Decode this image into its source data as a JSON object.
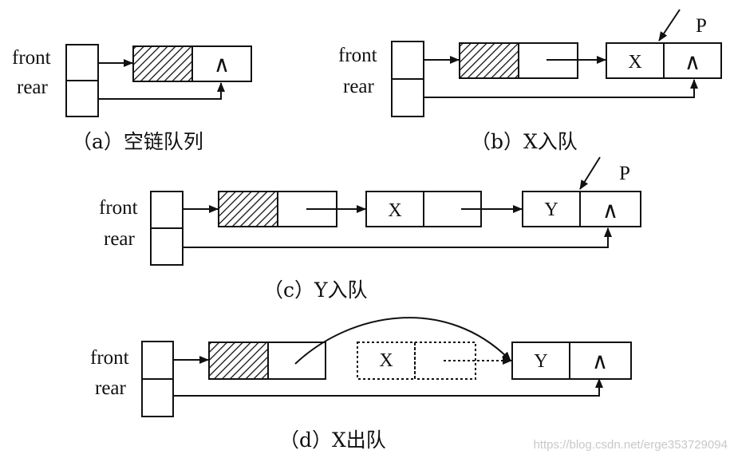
{
  "labels": {
    "front": "front",
    "rear": "rear",
    "pointer": "P",
    "null_symbol": "∧",
    "node_x": "X",
    "node_y": "Y"
  },
  "captions": {
    "a": "（a）空链队列",
    "b": "（b）X入队",
    "c": "（c）Y入队",
    "d": "（d）X出队"
  },
  "watermark": "https://blog.csdn.net/erge353729094",
  "colors": {
    "stroke": "#111111",
    "background": "#ffffff",
    "watermark": "#c8c8c8"
  }
}
